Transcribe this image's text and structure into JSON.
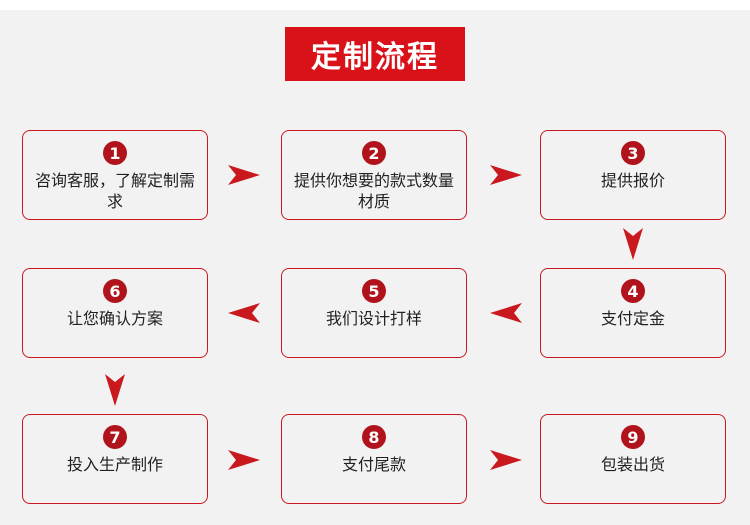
{
  "title": "定制流程",
  "colors": {
    "accent": "#d9121a",
    "border": "#c9191f",
    "badge": "#b0131b",
    "background": "#f2f2f2"
  },
  "steps": [
    {
      "num": "1",
      "label": "咨询客服，了解定制需求"
    },
    {
      "num": "2",
      "label": "提供你想要的款式数量  材质"
    },
    {
      "num": "3",
      "label": "提供报价"
    },
    {
      "num": "4",
      "label": "支付定金"
    },
    {
      "num": "5",
      "label": "我们设计打样"
    },
    {
      "num": "6",
      "label": "让您确认方案"
    },
    {
      "num": "7",
      "label": "投入生产制作"
    },
    {
      "num": "8",
      "label": "支付尾款"
    },
    {
      "num": "9",
      "label": "包装出货"
    }
  ]
}
